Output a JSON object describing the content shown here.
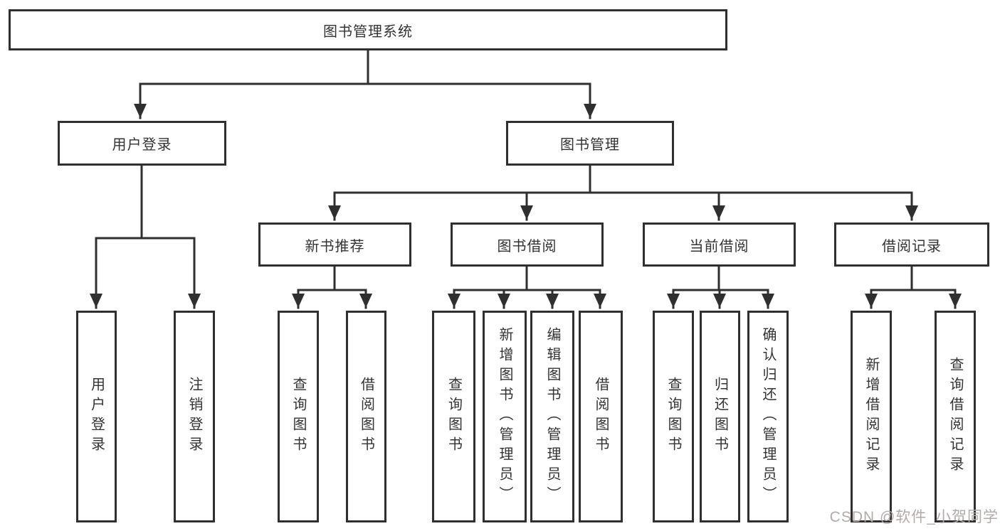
{
  "colors": {
    "line": "#2f2f2f",
    "text": "#333333",
    "watermark": "#b3a9a9",
    "background": "#ffffff"
  },
  "watermark": {
    "text": "CSDN @软件_小贺同学"
  },
  "diagram": {
    "root": {
      "label": "图书管理系统"
    },
    "branches": {
      "user_login": {
        "label": "用户登录"
      },
      "book_management": {
        "label": "图书管理"
      }
    },
    "modules": {
      "new_book_recommend": {
        "label": "新书推荐"
      },
      "book_borrowing": {
        "label": "图书借阅"
      },
      "current_borrowing": {
        "label": "当前借阅"
      },
      "borrowing_records": {
        "label": "借阅记录"
      }
    },
    "leaves": {
      "user_login": {
        "label": "用户登录"
      },
      "logout": {
        "label": "注销登录"
      },
      "query_book_recommend": {
        "label": "查询图书"
      },
      "borrow_book_recommend": {
        "label": "借阅图书"
      },
      "query_book_borrowing": {
        "label": "查询图书"
      },
      "add_book_admin": {
        "label": "新增图书（管理员）"
      },
      "edit_book_admin": {
        "label": "编辑图书（管理员）"
      },
      "borrow_book_borrowing": {
        "label": "借阅图书"
      },
      "query_book_current": {
        "label": "查询图书"
      },
      "return_book": {
        "label": "归还图书"
      },
      "confirm_return_admin": {
        "label": "确认归还（管理员）"
      },
      "add_borrow_record": {
        "label": "新增借阅记录"
      },
      "query_borrow_record": {
        "label": "查询借阅记录"
      }
    }
  }
}
